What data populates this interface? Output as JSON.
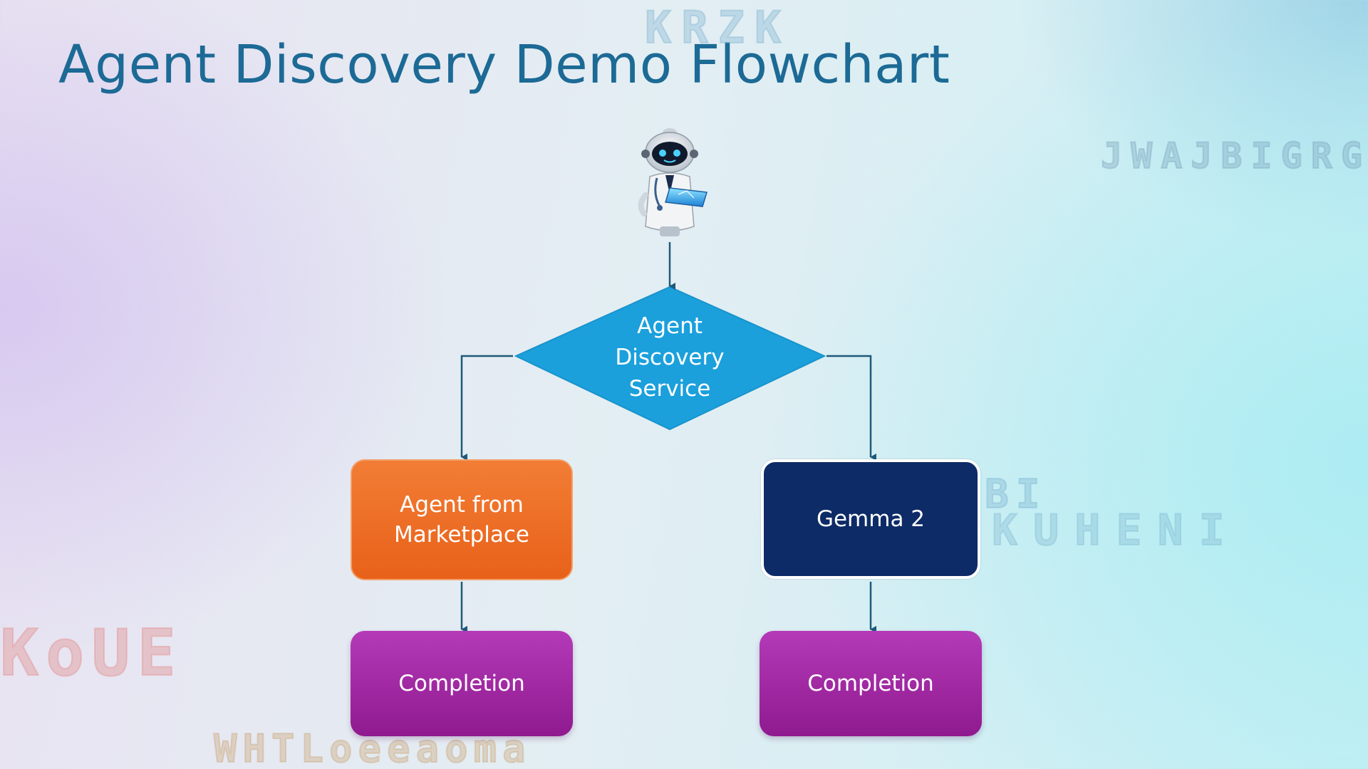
{
  "slide": {
    "title": "Agent Discovery Demo Flowchart"
  },
  "watermarks": {
    "top": "KRZK",
    "right": "JWAJBIGRG",
    "mid1": "BI",
    "mid2": "KUHENI",
    "left": "KoUE",
    "bottom": "WHTLoeeaoma"
  },
  "flowchart": {
    "start_icon": "robot-doctor-icon",
    "decision": {
      "label": "Agent\nDiscovery\nService",
      "color": "#1ba0dc"
    },
    "left_branch": {
      "label": "Agent from\nMarketplace",
      "color": "#ec6b24"
    },
    "right_branch": {
      "label": "Gemma 2",
      "color": "#0d2b66"
    },
    "left_end": {
      "label": "Completion",
      "color": "#a02ca3"
    },
    "right_end": {
      "label": "Completion",
      "color": "#a02ca3"
    },
    "connector_color": "#1e5a7a"
  }
}
